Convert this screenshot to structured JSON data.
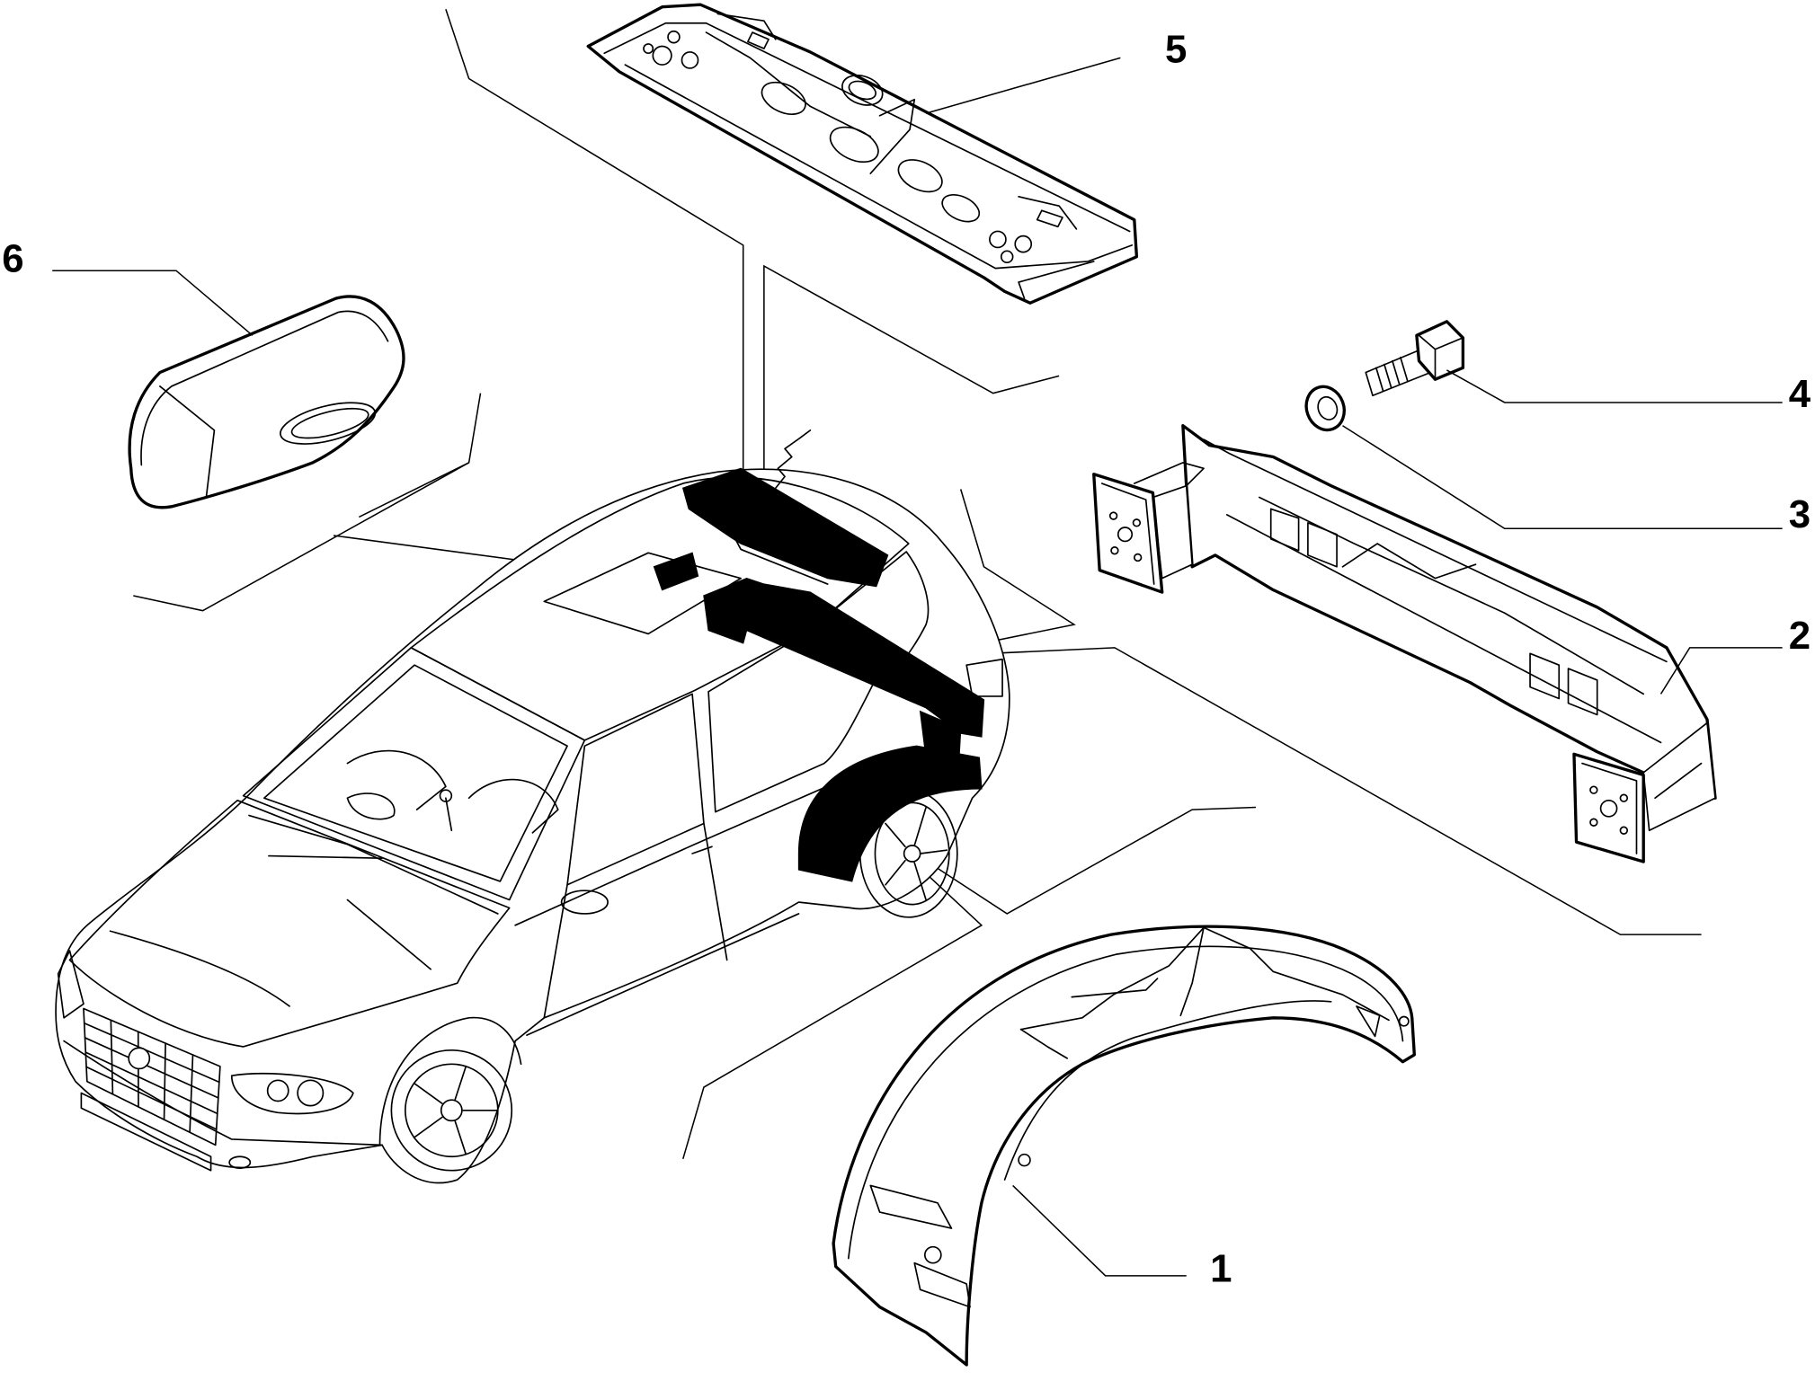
{
  "callouts": {
    "p1": "1",
    "p2": "2",
    "p3": "3",
    "p4": "4",
    "p5": "5",
    "p6": "6"
  },
  "colors": {
    "line": "#000000",
    "highlight": "#000000",
    "background": "#ffffff"
  }
}
